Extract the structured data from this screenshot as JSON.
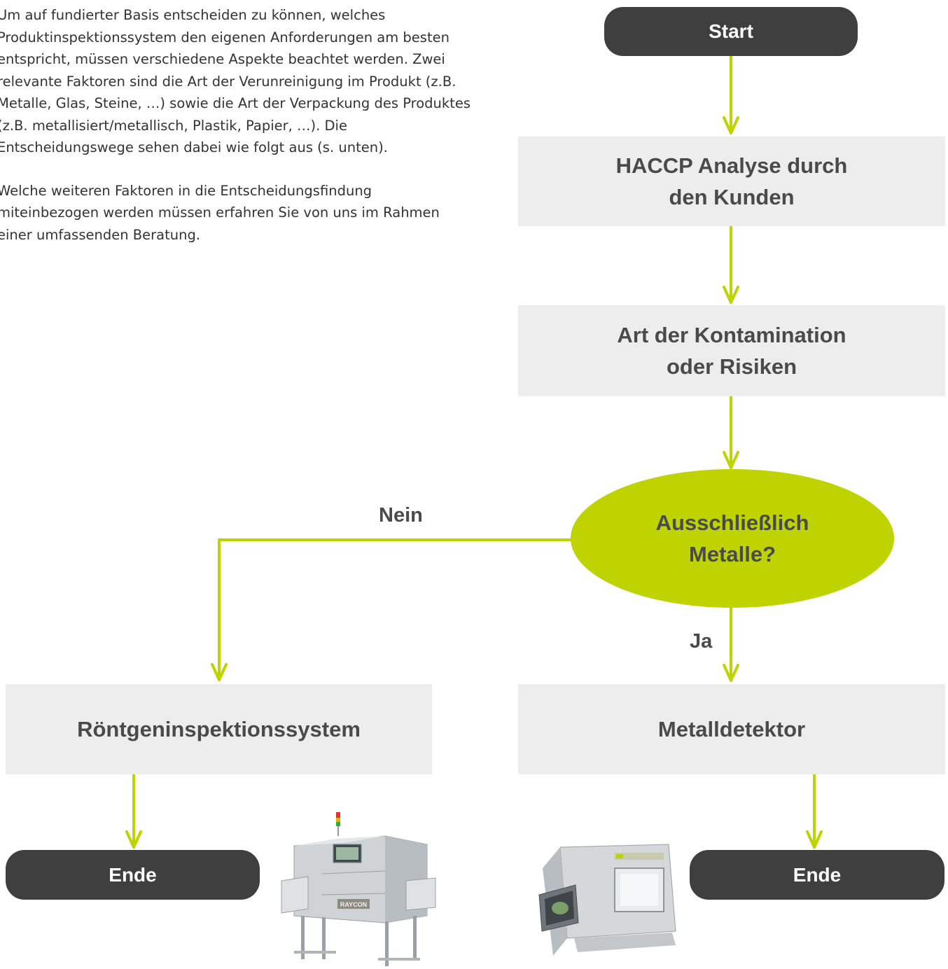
{
  "intro": {
    "paragraph1": "Um auf fundierter Basis entscheiden zu können, welches Produktinspektionssystem den eigenen Anforderungen am besten entspricht, müssen verschiedene Aspekte beachtet werden. Zwei relevante Faktoren sind die Art der Verunreinigung im Produkt (z.B. Metalle, Glas, Steine, …) sowie die Art der Verpackung des Produktes (z.B. metallisiert/metallisch, Plastik, Papier, …). Die Entscheidungswege sehen dabei wie folgt aus (s. unten).",
    "paragraph2": "Welche weiteren Faktoren in die Entscheidungsfindung miteinbezogen werden müssen erfahren Sie von uns im Rahmen einer umfassenden Beratung."
  },
  "flow": {
    "start": "Start",
    "haccp_line1": "HACCP Analyse durch",
    "haccp_line2": "den Kunden",
    "kontamination_line1": "Art der Kontamination",
    "kontamination_line2": "oder Risiken",
    "decision_line1": "Ausschließlich",
    "decision_line2": "Metalle?",
    "label_no": "Nein",
    "label_yes": "Ja",
    "xray": "Röntgeninspektionssystem",
    "metal": "Metalldetektor",
    "end_left": "Ende",
    "end_right": "Ende"
  },
  "images": {
    "xray_brand": "RAYCON"
  },
  "colors": {
    "accent": "#bed300",
    "terminal": "#3f3f3f",
    "box": "#ededed",
    "text": "#4a4a4a"
  }
}
